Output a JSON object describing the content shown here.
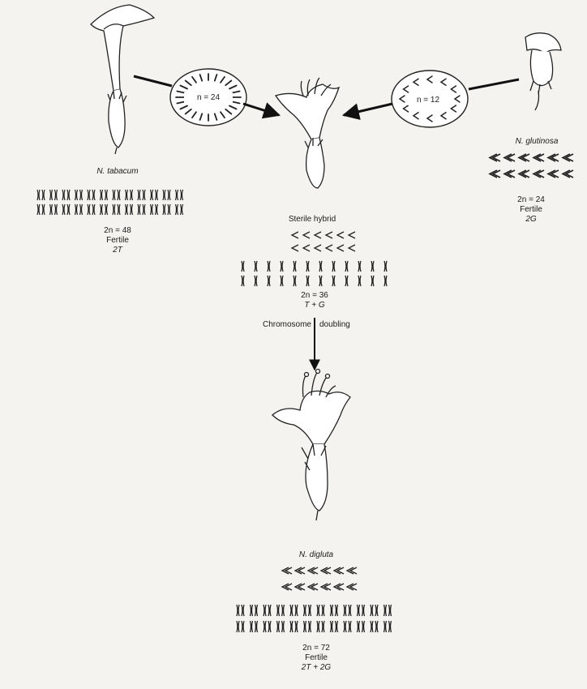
{
  "parent_left": {
    "name": "N. tabacum",
    "chromosome_number": "2n = 48",
    "fertility": "Fertile",
    "genome": "2T"
  },
  "parent_right": {
    "name": "N. glutinosa",
    "chromosome_number": "2n = 24",
    "fertility": "Fertile",
    "genome": "2G"
  },
  "gamete_left": {
    "label": "n = 24"
  },
  "gamete_right": {
    "label": "n = 12"
  },
  "hybrid": {
    "name": "Sterile hybrid",
    "chromosome_number": "2n = 36",
    "genome": "T + G"
  },
  "arrow": {
    "label_part1": "Chromosome",
    "label_part2": "doubling"
  },
  "allopolyploid": {
    "name": "N. digluta",
    "chromosome_number": "2n = 72",
    "fertility": "Fertile",
    "genome": "2T + 2G"
  }
}
